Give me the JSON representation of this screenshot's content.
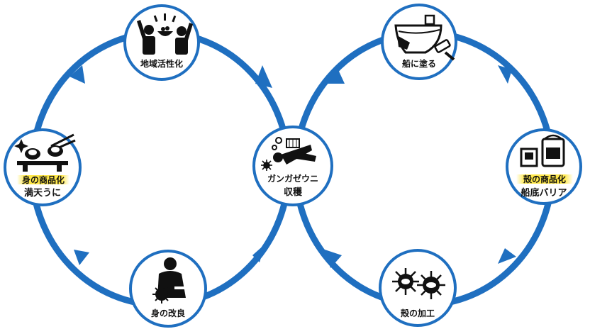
{
  "colors": {
    "loop": "#1f6fc0",
    "node_border": "#1f6fc0",
    "icon": "#111111",
    "highlight": "#ffe84a",
    "background": "#ffffff"
  },
  "nodes": {
    "top_left": {
      "label": "地域活性化",
      "icon": "people-cheering-icon"
    },
    "left": {
      "tag": "身の商品化",
      "label": "満天うに",
      "icon": "sushi-icon"
    },
    "bottom_left": {
      "label": "身の改良",
      "icon": "person-feeding-urchin-icon"
    },
    "center": {
      "label_line1": "ガンガゼウニ",
      "label_line2": "収穫",
      "icon": "diver-icon"
    },
    "top_right": {
      "label": "船に塗る",
      "icon": "boat-painting-icon"
    },
    "right": {
      "tag": "殻の商品化",
      "label": "船底バリア",
      "icon": "paint-cans-icon"
    },
    "bottom_right": {
      "label": "殻の加工",
      "icon": "sea-urchin-shells-icon"
    }
  }
}
